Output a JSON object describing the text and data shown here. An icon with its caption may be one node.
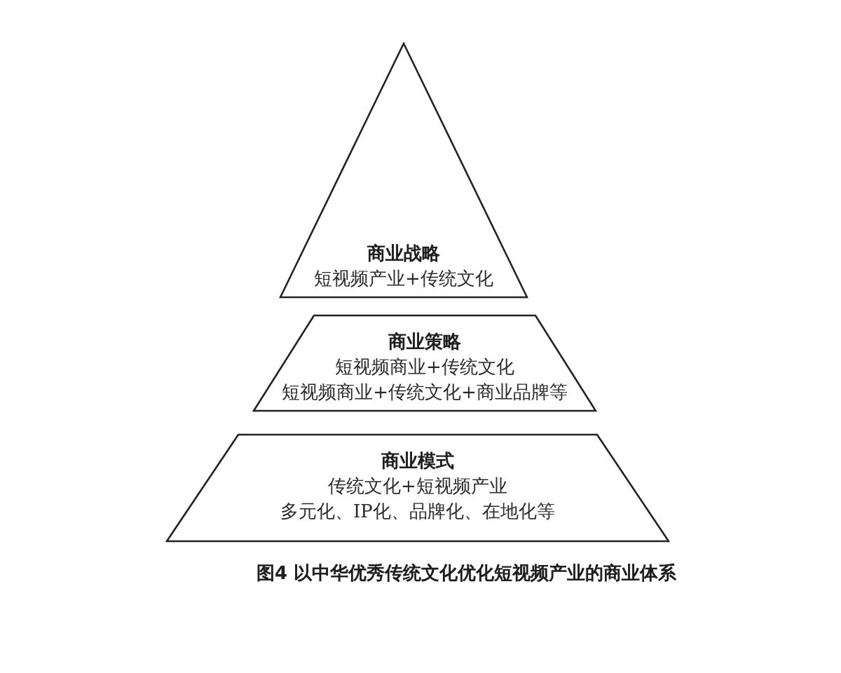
{
  "diagram": {
    "caption": "图4 以中华优秀传统文化优化短视频产业的商业体系",
    "nodes": [
      {
        "text": [
          "商业战略",
          "短视频产业+传统文化"
        ]
      },
      {
        "text": [
          "商业策略",
          "短视频商业+传统文化",
          "短视频商业+传统文化+商业品牌等"
        ]
      },
      {
        "text": [
          "商业模式",
          "传统文化+短视频产业",
          "多元化、IP化、品牌化、在地化等"
        ]
      }
    ]
  }
}
